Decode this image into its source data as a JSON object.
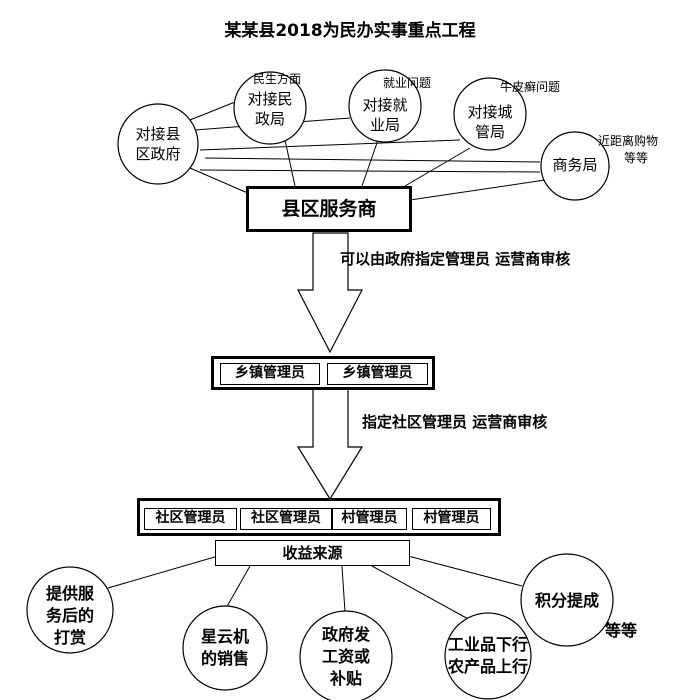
{
  "title": "某某县2018为民办实事重点工程",
  "notes": {
    "civil": "民生方面",
    "employment": "就业问题",
    "psoriasis": "牛皮癣问题",
    "shopping_line1": "近距离购物",
    "shopping_line2": "等等"
  },
  "agencies": {
    "county_gov_l1": "对接县",
    "county_gov_l2": "区政府",
    "civil_bureau_l1": "对接民",
    "civil_bureau_l2": "政局",
    "employment_bureau_l1": "对接就",
    "employment_bureau_l2": "业局",
    "city_mgmt_l1": "对接城",
    "city_mgmt_l2": "管局",
    "commerce": "商务局"
  },
  "service_provider": "县区服务商",
  "arrow1_label": "可以由政府指定管理员  运营商审核",
  "township": [
    "乡镇管理员",
    "乡镇管理员"
  ],
  "arrow2_label": "指定社区管理员    运营商审核",
  "community": [
    "社区管理员",
    "社区管理员",
    "村管理员",
    "村管理员"
  ],
  "income_source": "收益来源",
  "income": {
    "tips_l1": "提供服",
    "tips_l2": "务后的",
    "tips_l3": "打赏",
    "xingyun_l1": "星云机",
    "xingyun_l2": "的销售",
    "gov_l1": "政府发",
    "gov_l2": "工资或",
    "gov_l3": "补贴",
    "trade_l1": "工业品下行",
    "trade_l2": "农产品上行",
    "points": "积分提成",
    "etc": "等等"
  }
}
